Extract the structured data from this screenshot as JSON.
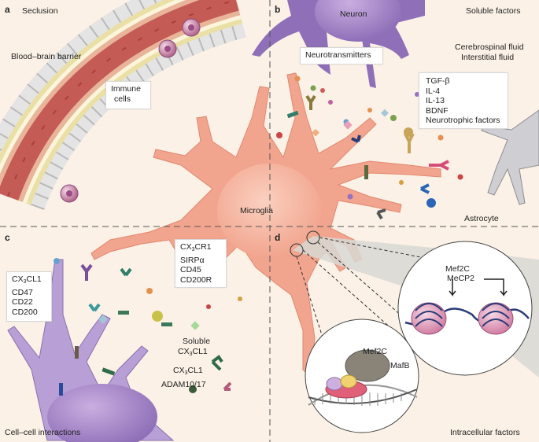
{
  "panels": {
    "a": {
      "letter": "a",
      "title": "Seclusion",
      "labels": {
        "bbb": "Blood–brain barrier",
        "immune_line1": "Immune",
        "immune_line2": "cells"
      }
    },
    "b": {
      "letter": "b",
      "title": "Soluble factors",
      "labels": {
        "neuron": "Neuron",
        "neurotransmitters": "Neurotransmitters",
        "csf": "Cerebrospinal fluid",
        "isf": "Interstitial fluid",
        "astrocyte": "Astrocyte"
      },
      "factors": [
        "TGF-β",
        "IL-4",
        "IL-13",
        "BDNF",
        "Neurotrophic factors"
      ]
    },
    "c": {
      "letter": "c",
      "title": "Cell–cell interactions",
      "microglia_receptors": [
        "CX3CR1",
        "SIRPα",
        "CD45",
        "CD200R"
      ],
      "neuron_ligands": [
        "CX3CL1",
        "CD47",
        "CD22",
        "CD200"
      ],
      "labels": {
        "soluble_1": "Soluble",
        "soluble_2": "CX3CL1",
        "cx3cl1": "CX3CL1",
        "adam": "ADAM10/17"
      }
    },
    "d": {
      "letter": "d",
      "title": "Intracellular factors",
      "labels": {
        "mef2c_top": "Mef2C",
        "mecp2": "MeCP2",
        "mef2c_bottom": "Mef2C",
        "mafb": "MafB"
      }
    }
  },
  "center_label": "Microglia"
}
